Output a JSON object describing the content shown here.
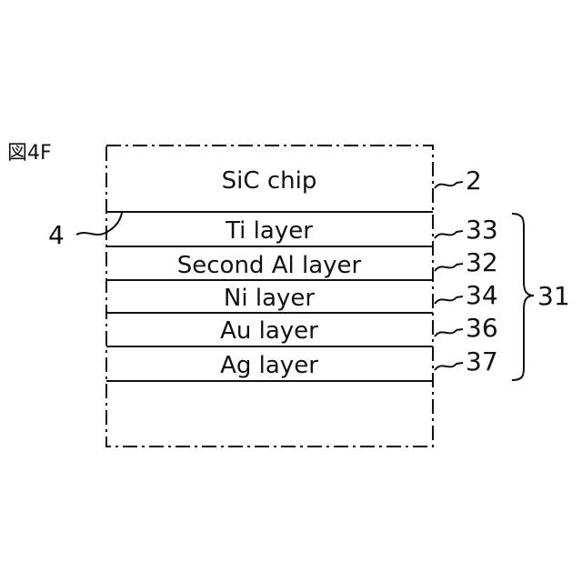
{
  "figure": {
    "label": "図4F"
  },
  "layers": [
    {
      "text": "SiC chip",
      "ref": "2"
    },
    {
      "text": "Ti layer",
      "ref": "33"
    },
    {
      "text": "Second Al layer",
      "ref": "32"
    },
    {
      "text": "Ni layer",
      "ref": "34"
    },
    {
      "text": "Au layer",
      "ref": "36"
    },
    {
      "text": "Ag layer",
      "ref": "37"
    }
  ],
  "callouts": {
    "interface_ref": "4",
    "stack_ref": "31"
  }
}
